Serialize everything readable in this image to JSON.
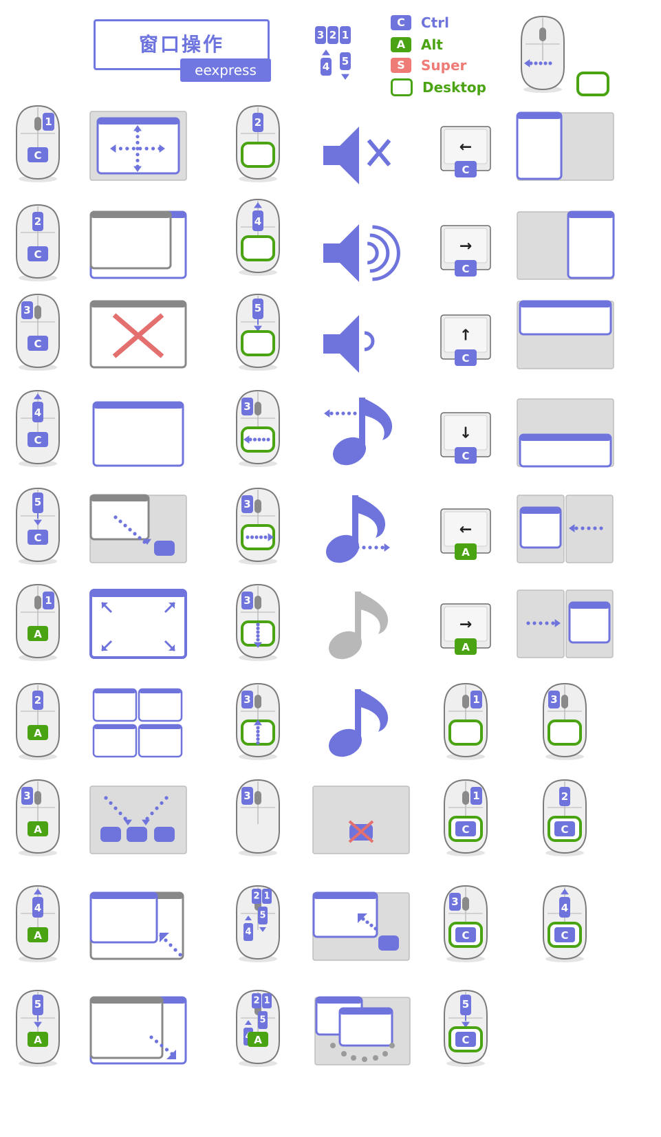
{
  "header": {
    "title": "窗口操作",
    "subtitle": "eexpress",
    "button_numbers": [
      "3",
      "2",
      "1",
      "4",
      "5"
    ]
  },
  "legend": [
    {
      "badge": "C",
      "label": "Ctrl",
      "color": "#6f74dd"
    },
    {
      "badge": "A",
      "label": "Alt",
      "color": "#4aa312"
    },
    {
      "badge": "S",
      "label": "Super",
      "color": "#ef7b76"
    },
    {
      "badge": "",
      "label": "Desktop",
      "color": "#4aa312"
    }
  ],
  "colors": {
    "accent": "#6f74dd",
    "alt": "#4aa312",
    "super": "#ef7b76",
    "close": "#e46f6f",
    "panel": "#dcdcdc",
    "mute_note": "#b8b8b8"
  },
  "keys": {
    "left": "←",
    "right": "→",
    "up": "↑",
    "down": "↓"
  },
  "icon_names": [
    "mouse-icon",
    "window-icon",
    "speaker-icon",
    "music-note-icon",
    "keyboard-key-icon"
  ]
}
